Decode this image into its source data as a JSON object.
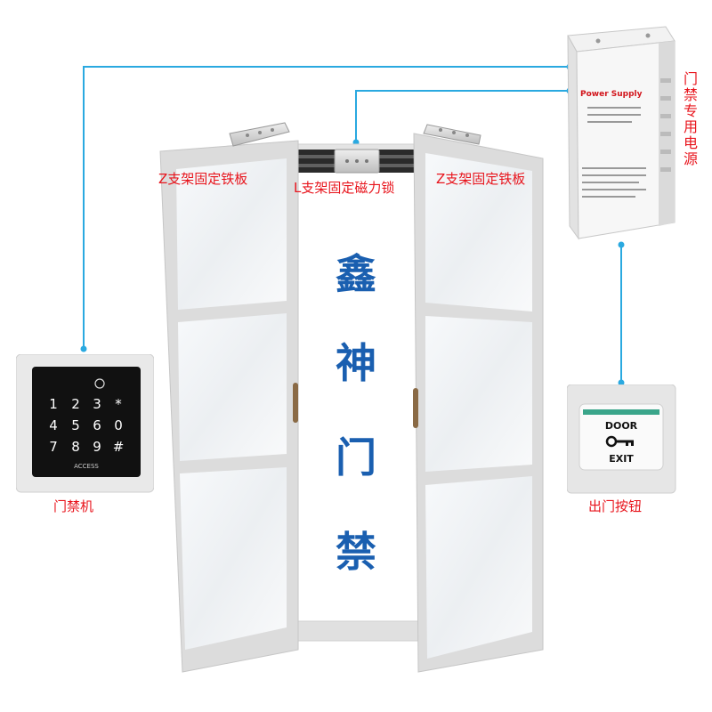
{
  "labels": {
    "z_bracket_left": "Z支架固定铁板",
    "l_bracket": "L支架固定磁力锁",
    "z_bracket_right": "Z支架固定铁板",
    "power_supply_vertical": "门禁专用电源",
    "access_controller": "门禁机",
    "exit_button_label": "出门按钮"
  },
  "brand_chars": [
    "鑫",
    "神",
    "门",
    "禁"
  ],
  "power_supply": {
    "title": "Power Supply"
  },
  "keypad": {
    "keys": [
      "1",
      "2",
      "3",
      "*",
      "4",
      "5",
      "6",
      "0",
      "7",
      "8",
      "9",
      "#"
    ],
    "brand": "ACCESS"
  },
  "exit_button": {
    "line1": "DOOR",
    "line2": "EXIT"
  },
  "colors": {
    "wire": "#2aa9e0",
    "label": "#e8141c",
    "brand": "#1a5fb0",
    "frame": "#e4e4e4"
  }
}
